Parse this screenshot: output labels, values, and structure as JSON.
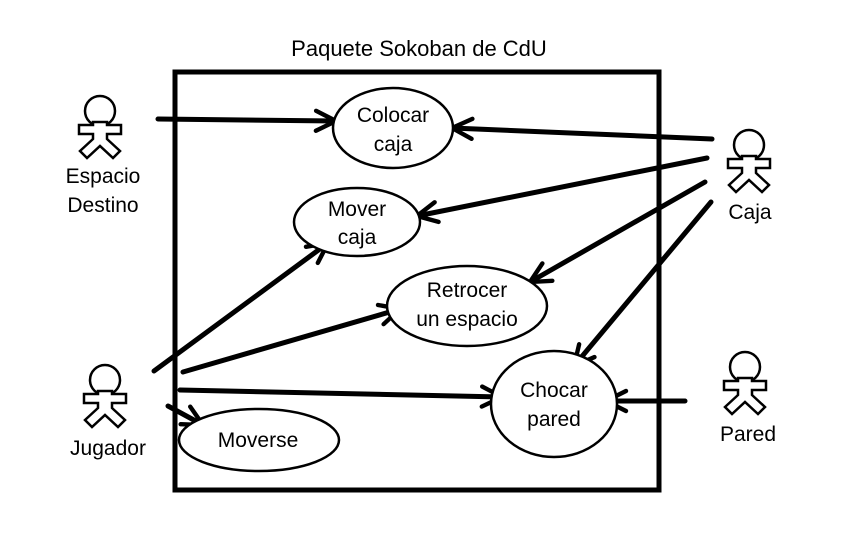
{
  "package": {
    "title": "Paquete Sokoban de CdU"
  },
  "use_cases": {
    "colocar_caja": [
      "Colocar",
      "caja"
    ],
    "mover_caja": [
      "Mover",
      "caja"
    ],
    "retroceder": [
      "Retrocer",
      "un espacio"
    ],
    "chocar_pared": [
      "Chocar",
      "pared"
    ],
    "moverse": [
      "Moverse"
    ]
  },
  "actors": {
    "espacio_destino": [
      "Espacio",
      "Destino"
    ],
    "caja": [
      "Caja"
    ],
    "jugador": [
      "Jugador"
    ],
    "pared": [
      "Pared"
    ]
  },
  "associations": [
    {
      "from": "Espacio Destino",
      "to": "Colocar caja"
    },
    {
      "from": "Caja",
      "to": "Colocar caja"
    },
    {
      "from": "Caja",
      "to": "Mover caja"
    },
    {
      "from": "Caja",
      "to": "Retrocer un espacio"
    },
    {
      "from": "Caja",
      "to": "Chocar pared"
    },
    {
      "from": "Jugador",
      "to": "Mover caja"
    },
    {
      "from": "Jugador",
      "to": "Retrocer un espacio"
    },
    {
      "from": "Jugador",
      "to": "Chocar pared"
    },
    {
      "from": "Jugador",
      "to": "Moverse"
    },
    {
      "from": "Pared",
      "to": "Chocar pared"
    }
  ]
}
